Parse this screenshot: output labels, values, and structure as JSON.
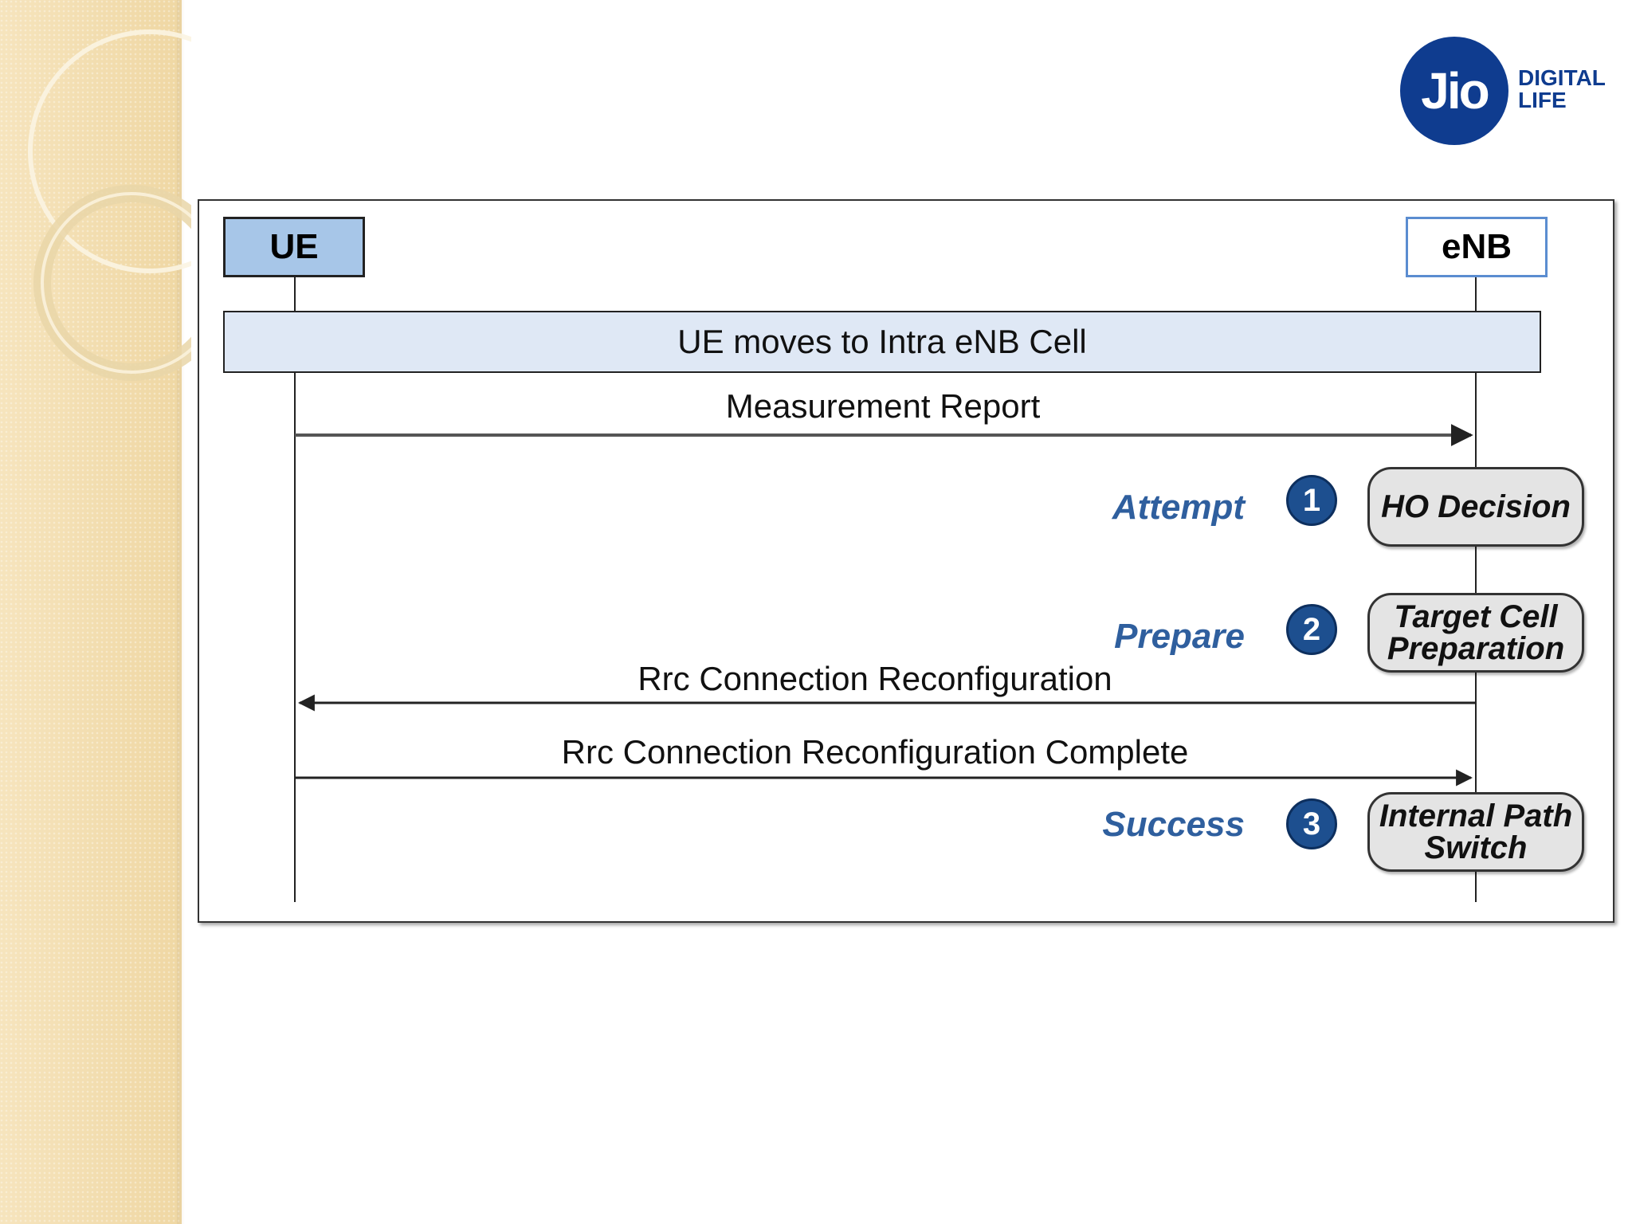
{
  "logo": {
    "mark": "Jio",
    "line1": "DIGITAL",
    "line2": "LIFE",
    "brand_color": "#0f3c8f"
  },
  "diagram": {
    "actors": {
      "ue": "UE",
      "enb": "eNB"
    },
    "banner": "UE moves to Intra eNB Cell",
    "messages": {
      "measurement_report": "Measurement Report",
      "rrc_reconfig": "Rrc Connection Reconfiguration",
      "rrc_reconfig_complete": "Rrc Connection Reconfiguration Complete"
    },
    "phases": {
      "attempt": {
        "label": "Attempt",
        "num": "1"
      },
      "prepare": {
        "label": "Prepare",
        "num": "2"
      },
      "success": {
        "label": "Success",
        "num": "3"
      }
    },
    "steps": {
      "ho_decision": "HO Decision",
      "target_cell_line1": "Target Cell",
      "target_cell_line2": "Preparation",
      "internal_path_line1": "Internal Path",
      "internal_path_line2": "Switch"
    },
    "colors": {
      "ue_fill": "#a7c6e8",
      "banner_fill": "#dfe8f5",
      "phase_text": "#2f5f9e",
      "badge": "#1d4f8f"
    }
  }
}
